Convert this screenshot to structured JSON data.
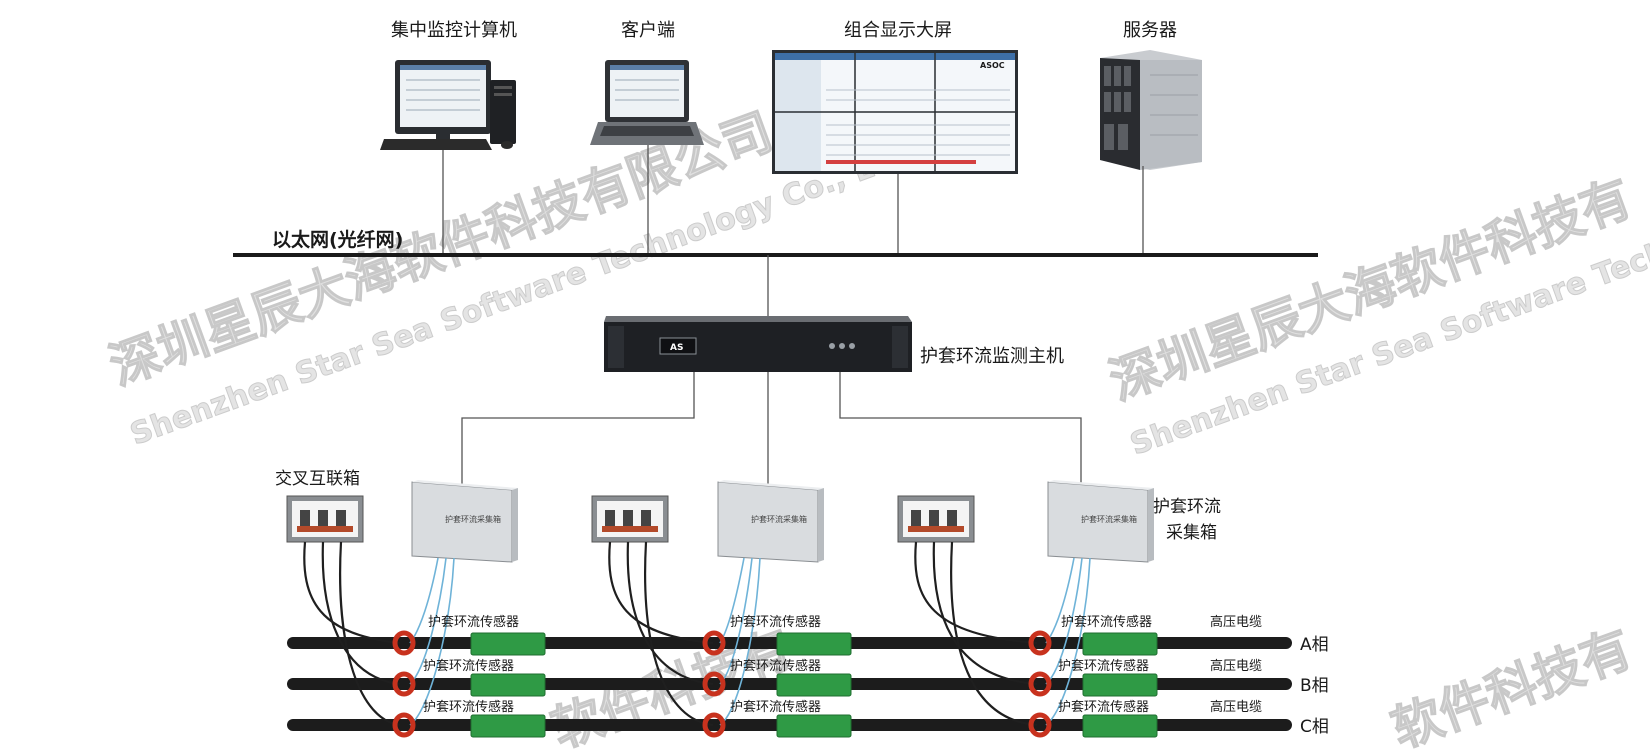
{
  "devices": {
    "central_pc": "集中监控计算机",
    "client": "客户端",
    "video_wall": "组合显示大屏",
    "server": "服务器"
  },
  "network_label": "以太网(光纤网)",
  "host": {
    "label": "护套环流监测主机",
    "badge": "AS"
  },
  "junction_box_label": "交叉互联箱",
  "collector_label_line1": "护套环流",
  "collector_label_line2": "采集箱",
  "collector_box_text": "护套环流采集箱",
  "screen_brand": "ASOC",
  "sensor_label": "护套环流传感器",
  "cable_label": "高压电缆",
  "phases": [
    "A相",
    "B相",
    "C相"
  ],
  "watermark": {
    "cn": "深圳星辰大海软件科技有限公司",
    "cn_short": "深圳星辰大海软件科技有",
    "cn_tail": "软件科技有",
    "en": "Shenzhen Star Sea Software Technology Co., Ltd",
    "en_short": "Shenzhen Star Sea Software Techn",
    "en_tail": "Technology Co., Ltd"
  },
  "colors": {
    "line": "#555555",
    "bus": "#1a1a1a",
    "cable": "#1c1c1c",
    "sensor_ring": "#c8321e",
    "joint": "#2f9a45",
    "fiber": "#6fb3d8",
    "box": "#d9dcdf"
  }
}
